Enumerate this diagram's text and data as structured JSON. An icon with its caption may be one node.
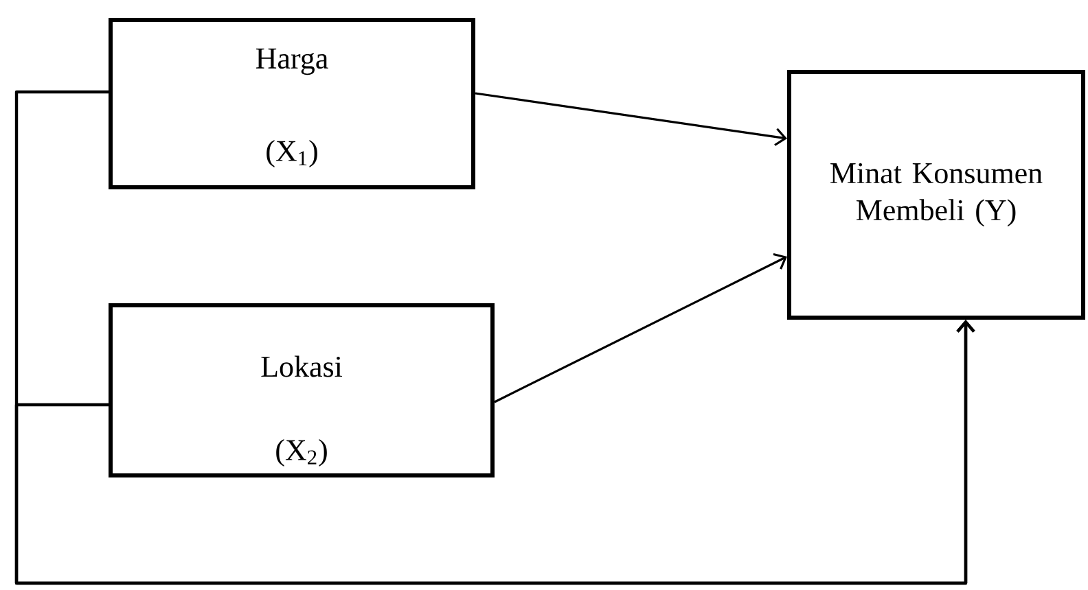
{
  "diagram": {
    "nodes": [
      {
        "text": [
          "Harga",
          "(X$_{1}$)"
        ]
      },
      {
        "text": [
          "Lokasi",
          "(X$_{2}$)"
        ]
      },
      {
        "text": [
          "Minat Konsumen Membeli (Y)"
        ]
      }
    ],
    "edges": [
      {
        "from": 0,
        "to": 2,
        "arrow": "to"
      },
      {
        "from": 1,
        "to": 2,
        "arrow": "to"
      },
      {
        "from": 0,
        "to": 2,
        "arrow": "to"
      },
      {
        "from": 1,
        "to": 2,
        "arrow": "to"
      }
    ]
  }
}
